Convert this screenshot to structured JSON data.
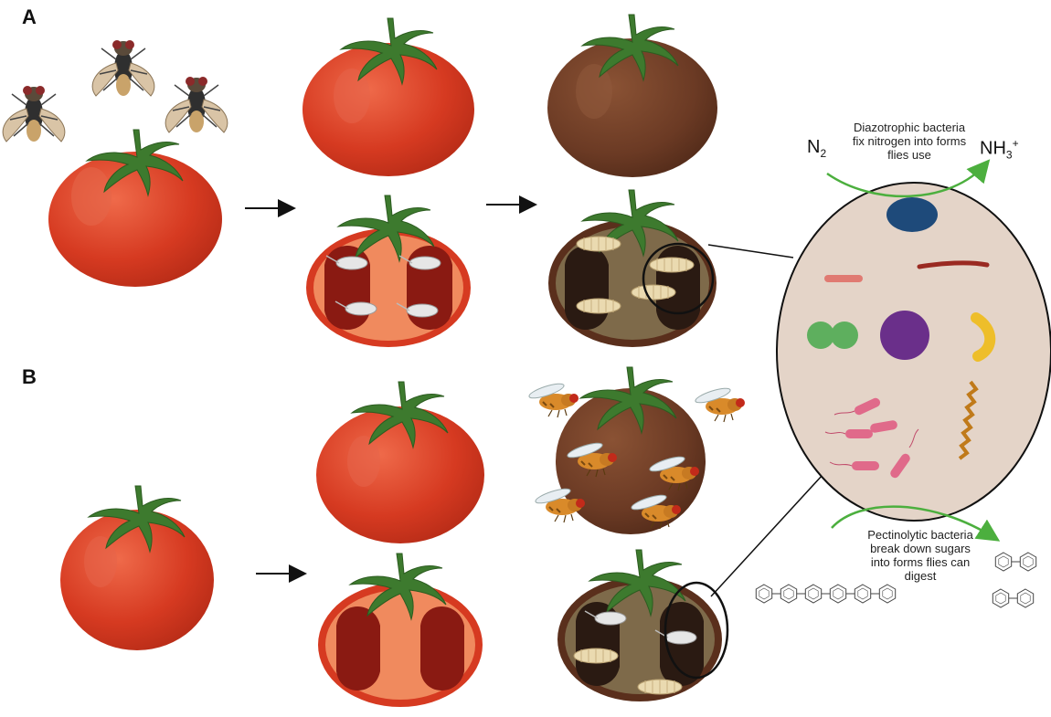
{
  "panels": {
    "a": "A",
    "b": "B"
  },
  "nitrogen": {
    "caption_line1": "Diazotrophic bacteria",
    "caption_line2": "fix nitrogen into forms",
    "caption_line3": "flies use",
    "n2_base": "N",
    "n2_sub": "2",
    "nh3_base": "NH",
    "nh3_sub": "3",
    "nh3_sup": "+"
  },
  "pectin": {
    "caption_line1": "Pectinolytic bacteria",
    "caption_line2": "break down sugars",
    "caption_line3": "into forms flies can",
    "caption_line4": "digest"
  },
  "colors": {
    "ripe_tomato": "#d63a21",
    "rotten_tomato": "#6b3a24",
    "stem": "#3d7a2e",
    "microbiome_bg": "#e4d4c8",
    "arrow_green": "#4caf3e"
  },
  "icons": [
    "fruit-fly-icon",
    "tomato-icon",
    "larva-icon",
    "bacteria-icon",
    "molecule-icon"
  ]
}
